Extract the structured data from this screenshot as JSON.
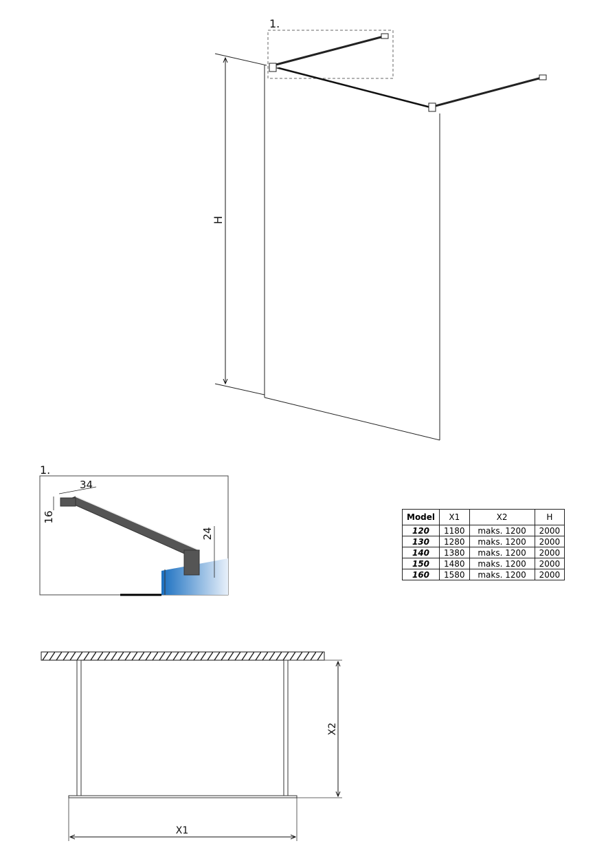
{
  "main_view": {
    "detail_label": "1.",
    "height_label": "H"
  },
  "detail": {
    "label": "1.",
    "dim_width": "34",
    "dim_height": "16",
    "dim_glass": "24"
  },
  "table": {
    "headers": [
      "Model",
      "X1",
      "X2",
      "H"
    ],
    "rows": [
      [
        "120",
        "1180",
        "maks. 1200",
        "2000"
      ],
      [
        "130",
        "1280",
        "maks. 1200",
        "2000"
      ],
      [
        "140",
        "1380",
        "maks. 1200",
        "2000"
      ],
      [
        "150",
        "1480",
        "maks. 1200",
        "2000"
      ],
      [
        "160",
        "1580",
        "maks. 1200",
        "2000"
      ]
    ]
  },
  "plan_view": {
    "x1_label": "X1",
    "x2_label": "X2"
  },
  "colors": {
    "glass_blue": "#1a6fc0",
    "bar": "#444444"
  }
}
